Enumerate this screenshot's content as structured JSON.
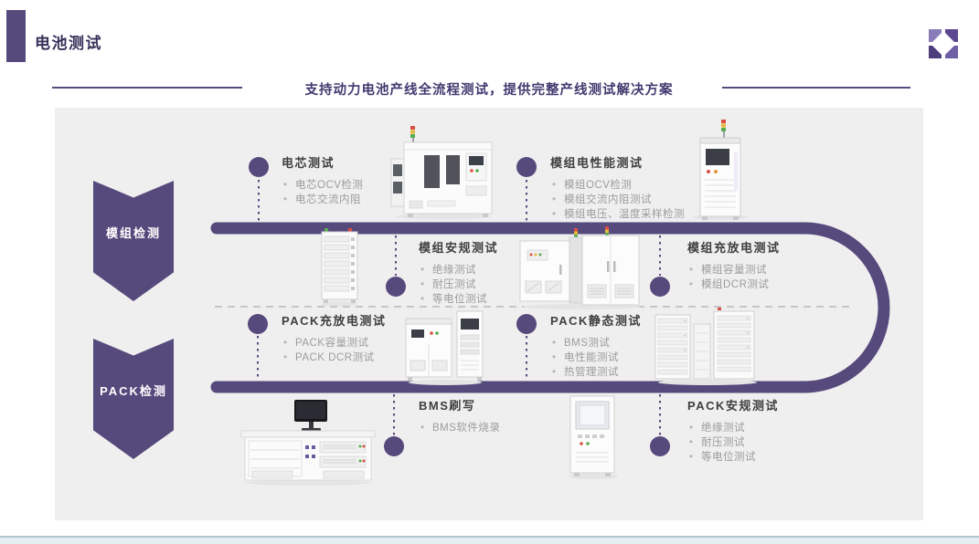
{
  "page": {
    "title": "电池测试",
    "subtitle": "支持动力电池产线全流程测试，提供完整产线测试解决方案"
  },
  "stages": [
    {
      "label": "模组检测"
    },
    {
      "label": "PACK检测"
    }
  ],
  "steps": [
    {
      "title": "电芯测试",
      "bullets": [
        "电芯OCV检测",
        "电芯交流内阻"
      ]
    },
    {
      "title": "模组电性能测试",
      "bullets": [
        "模组OCV检测",
        "模组交流内阻测试",
        "模组电压、温度采样检测"
      ]
    },
    {
      "title": "模组安规测试",
      "bullets": [
        "绝缘测试",
        "耐压测试",
        "等电位测试"
      ]
    },
    {
      "title": "模组充放电测试",
      "bullets": [
        "模组容量测试",
        "模组DCR测试"
      ]
    },
    {
      "title": "PACK充放电测试",
      "bullets": [
        "PACK容量测试",
        "PACK DCR测试"
      ]
    },
    {
      "title": "PACK静态测试",
      "bullets": [
        "BMS测试",
        "电性能测试",
        "热管理测试"
      ]
    },
    {
      "title": "BMS刷写",
      "bullets": [
        "BMS软件烧录"
      ]
    },
    {
      "title": "PACK安规测试",
      "bullets": [
        "绝缘测试",
        "耐压测试",
        "等电位测试"
      ]
    }
  ],
  "icons": {
    "logo": "brand-mark"
  },
  "colors": {
    "primary_purple": "#564a7d",
    "title_text": "#39305a",
    "subtitle_text": "#443a70",
    "panel_background": "#efefef",
    "step_title_text": "#3f3f3f",
    "bullet_text": "#9c9c9c",
    "divider_dashed": "#b8b8b8",
    "footer_strip": "#e3edf2"
  }
}
